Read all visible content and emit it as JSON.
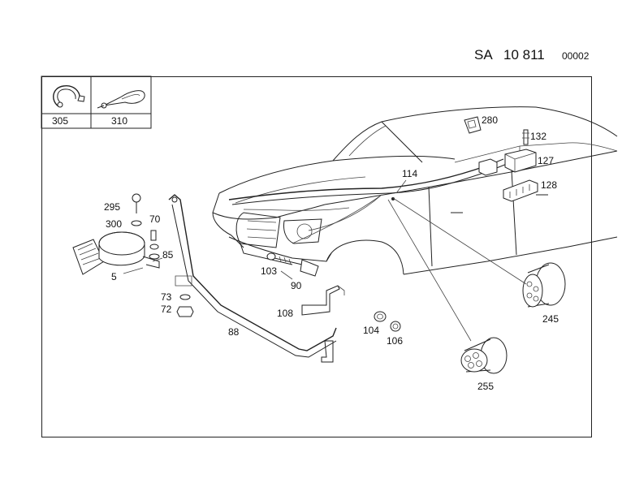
{
  "header": {
    "prefix": "SA",
    "number": "10 811",
    "suffix": "00002"
  },
  "inset_parts": [
    {
      "label": "305"
    },
    {
      "label": "310"
    }
  ],
  "callouts": {
    "c280": "280",
    "c132": "132",
    "c127": "127",
    "c114": "114",
    "c128": "128",
    "c295": "295",
    "c300": "300",
    "c70": "70",
    "c85": "85",
    "c5": "5",
    "c103": "103",
    "c90": "90",
    "c73": "73",
    "c72": "72",
    "c108": "108",
    "c88": "88",
    "c104": "104",
    "c106": "106",
    "c245": "245",
    "c255": "255"
  }
}
